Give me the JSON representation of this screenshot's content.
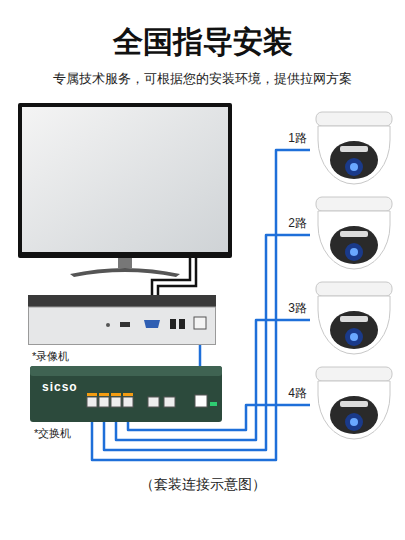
{
  "diagram": {
    "title": "全国指导安装",
    "caption": "（套装连接示意图）",
    "nodes": [
      {
        "text": [
          "*录像机"
        ]
      },
      {
        "text": [
          "sicso",
          "*交换机"
        ]
      },
      {
        "text": [
          "1路"
        ]
      },
      {
        "text": [
          "2路"
        ]
      },
      {
        "text": [
          "3路"
        ]
      },
      {
        "text": [
          "4路"
        ]
      }
    ],
    "edges": [
      {
        "from": 0,
        "to": 1,
        "arrow": "none"
      },
      {
        "from": 1,
        "to": 2,
        "arrow": "none"
      },
      {
        "from": 1,
        "to": 3,
        "arrow": "none"
      },
      {
        "from": 1,
        "to": 4,
        "arrow": "none"
      },
      {
        "from": 1,
        "to": 5,
        "arrow": "none"
      }
    ],
    "labels": [
      "专属技术服务，可根据您的安装环境，提供拉网方案"
    ]
  }
}
